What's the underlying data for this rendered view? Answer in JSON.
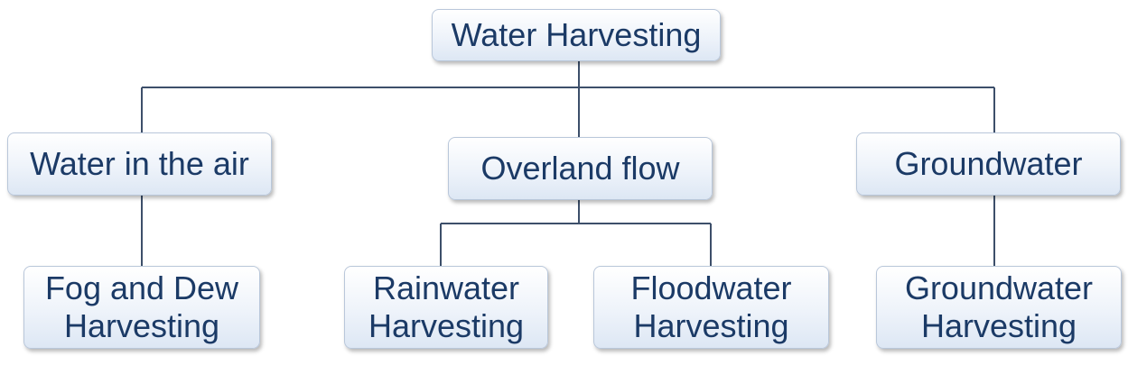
{
  "colors": {
    "text": "#1b3a66",
    "node_border": "#b9c7da",
    "connector": "#3d4f6a"
  },
  "root": {
    "label": "Water Harvesting"
  },
  "sources": [
    {
      "label": "Water in the air"
    },
    {
      "label": "Overland flow"
    },
    {
      "label": "Groundwater"
    }
  ],
  "methods": [
    {
      "label_line1": "Fog and Dew",
      "label_line2": "Harvesting"
    },
    {
      "label_line1": "Rainwater",
      "label_line2": "Harvesting"
    },
    {
      "label_line1": "Floodwater",
      "label_line2": "Harvesting"
    },
    {
      "label_line1": "Groundwater",
      "label_line2": "Harvesting"
    }
  ]
}
